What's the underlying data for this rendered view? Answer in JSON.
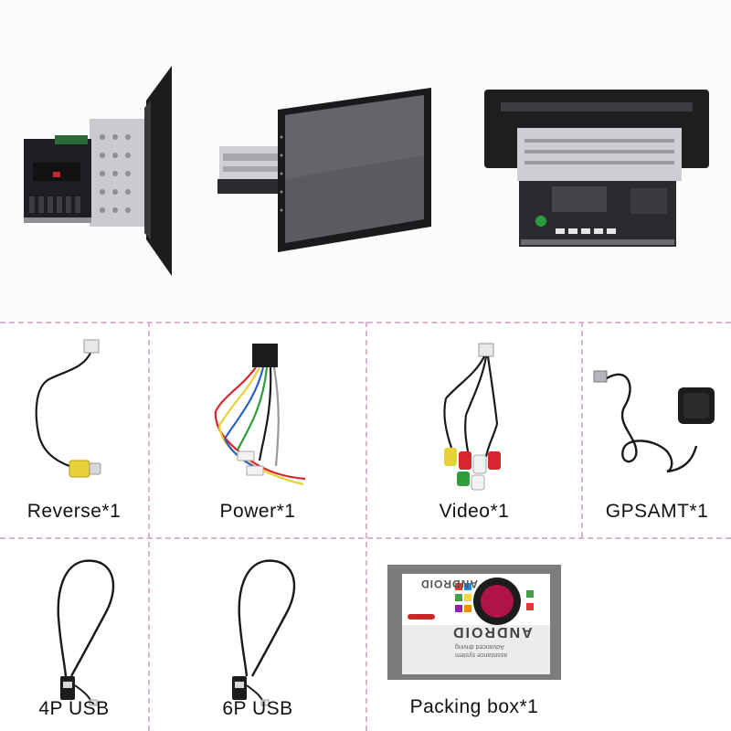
{
  "items": [
    {
      "label": "Reverse*1",
      "icon": "reverse-camera-cable-icon"
    },
    {
      "label": "Power*1",
      "icon": "power-harness-icon"
    },
    {
      "label": "Video*1",
      "icon": "video-rca-cable-icon"
    },
    {
      "label": "GPSAMT*1",
      "icon": "gps-antenna-icon"
    },
    {
      "label": "4P USB",
      "icon": "usb-cable-icon"
    },
    {
      "label": "6P USB",
      "icon": "usb-cable-icon"
    },
    {
      "label": "Packing box*1",
      "icon": "packing-box-icon"
    }
  ],
  "box_print": {
    "logo": "ANDROID",
    "tagline_1": "Advanced driving",
    "tagline_2": "assistance system"
  },
  "colors": {
    "divider": "#d6b6cf",
    "yellow_rca": "#e8d23a",
    "red_rca": "#d8262c",
    "green_rca": "#2e9d3a"
  }
}
